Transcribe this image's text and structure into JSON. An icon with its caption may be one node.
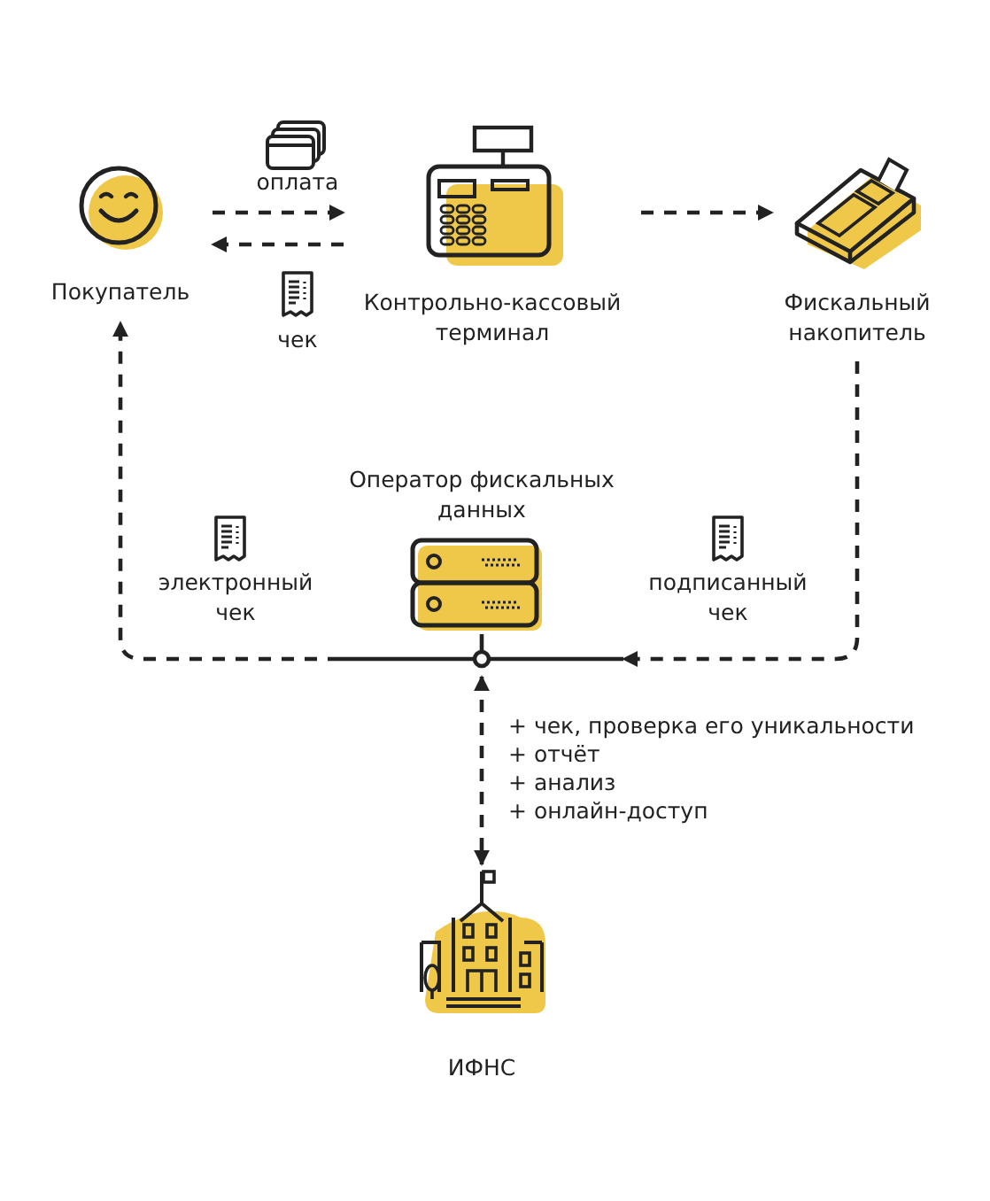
{
  "diagram": {
    "nodes": [
      {
        "text": [
          "Покупатель"
        ]
      },
      {
        "text": [
          "Контрольно-кассовый терминал"
        ]
      },
      {
        "text": [
          "Фискальный накопитель"
        ]
      },
      {
        "text": [
          "Оператор фискальных данных"
        ]
      },
      {
        "text": [
          "ИФНС"
        ]
      }
    ],
    "edges": [
      {
        "from": 0,
        "to": 1,
        "arrow": "to",
        "label": "оплата",
        "style": "dashed"
      },
      {
        "from": 1,
        "to": 0,
        "arrow": "to",
        "label": "чек",
        "style": "dashed"
      },
      {
        "from": 1,
        "to": 2,
        "arrow": "to",
        "style": "dashed"
      },
      {
        "from": 2,
        "to": 3,
        "arrow": "to",
        "label": "подписанный чек",
        "style": "dashed"
      },
      {
        "from": 3,
        "to": 0,
        "arrow": "to",
        "label": "электронный чек",
        "style": "dashed"
      },
      {
        "from": 3,
        "to": 4,
        "arrow": "both",
        "style": "dashed"
      }
    ],
    "labels": [
      "+ чек, проверка его уникальности",
      "+ отчёт",
      "+ анализ",
      "+ онлайн-доступ"
    ]
  }
}
